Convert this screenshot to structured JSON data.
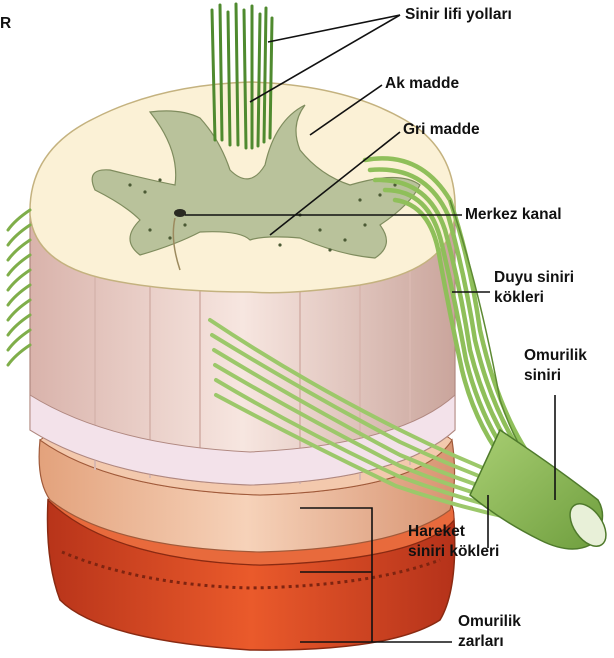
{
  "corner_letter": "R",
  "labels": {
    "sinir_lifi_yollari": "Sinir lifi yolları",
    "ak_madde": "Ak madde",
    "gri_madde": "Gri madde",
    "merkez_kanal": "Merkez kanal",
    "duyu_siniri_kokleri_l1": "Duyu siniri",
    "duyu_siniri_kokleri_l2": "kökleri",
    "omurilik_siniri_l1": "Omurilik",
    "omurilik_siniri_l2": "siniri",
    "hareket_siniri_kokleri_l1": "Hareket",
    "hareket_siniri_kokleri_l2": "siniri kökleri",
    "omurilik_zarlari_l1": "Omurilik",
    "omurilik_zarlari_l2": "zarları"
  },
  "colors": {
    "white_matter": "#fbf1d6",
    "gray_matter": "#b9c29b",
    "nerve_green": "#8fbf5a",
    "column_pink": "#f1dcd6",
    "meninges_peach": "#f0c3a4",
    "meninges_red": "#d94a1f"
  }
}
